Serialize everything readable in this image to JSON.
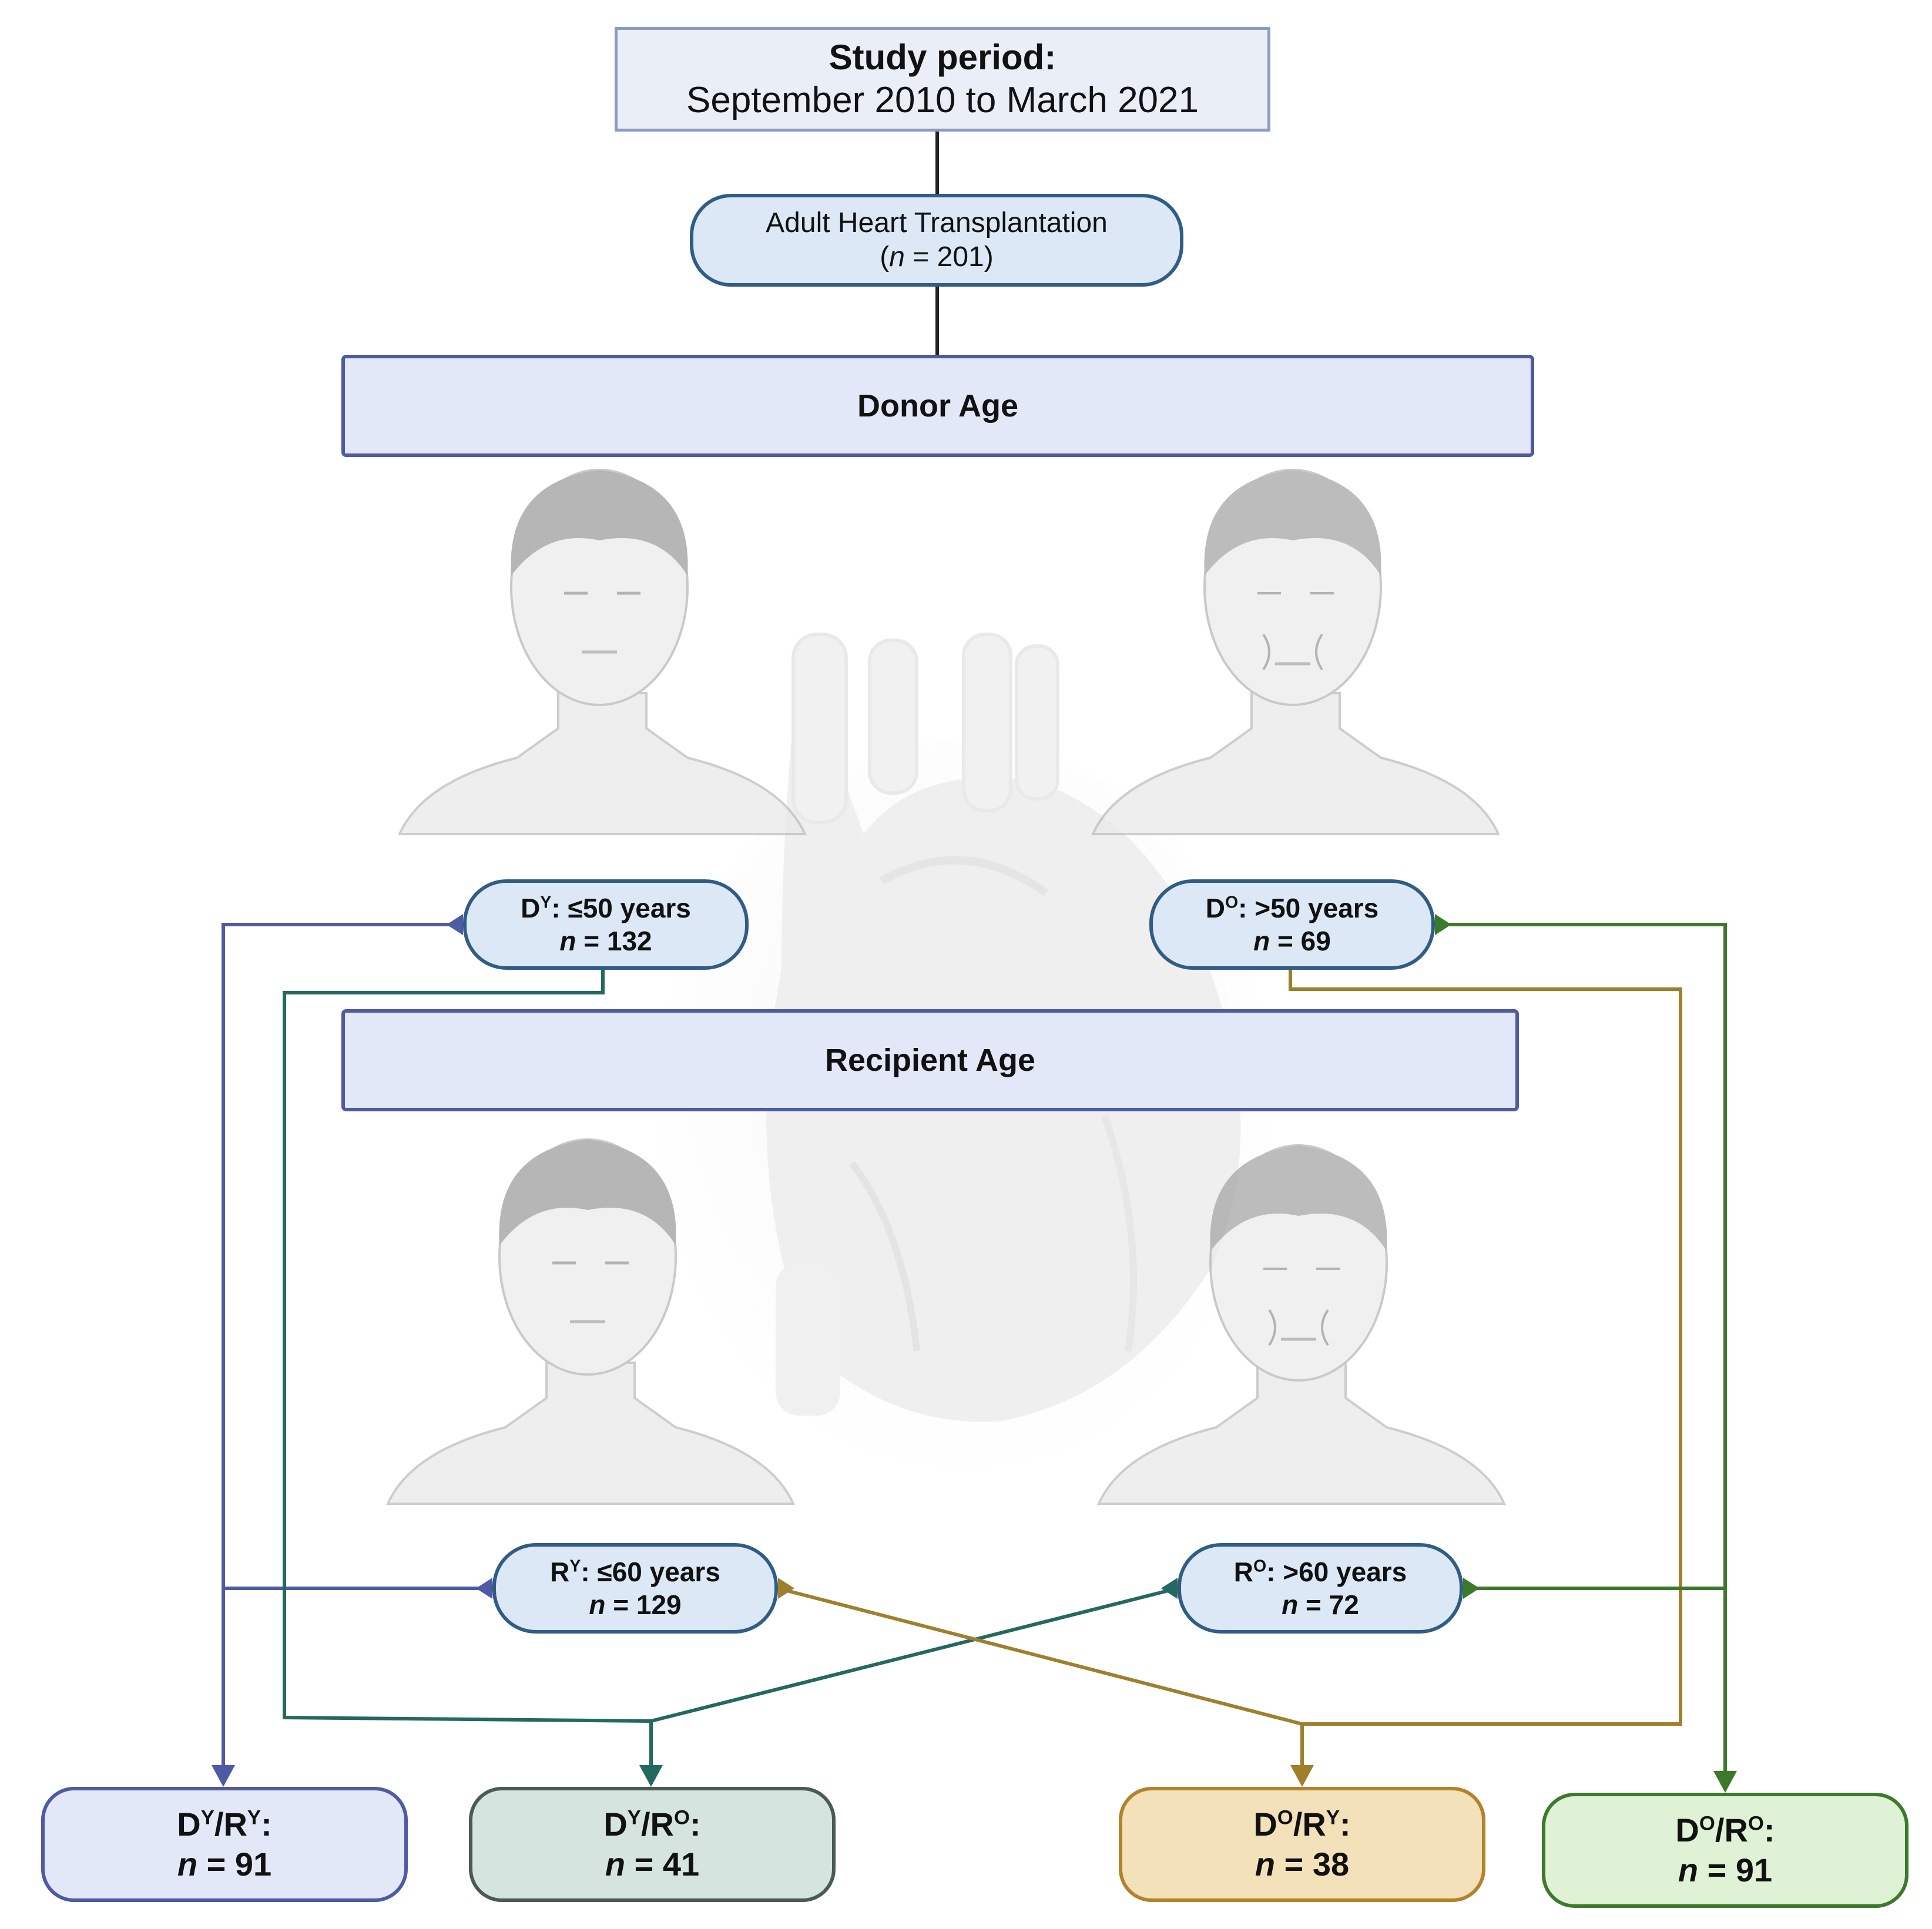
{
  "study_period": {
    "title": "Study period:",
    "dates": "September 2010 to March 2021"
  },
  "total": {
    "label": "Adult Heart Transplantation",
    "n_prefix": "(",
    "n_italic": "n",
    "n_suffix": " = 201)"
  },
  "donor_age": {
    "title": "Donor Age"
  },
  "recipient_age": {
    "title": "Recipient Age"
  },
  "donor_young": {
    "letter": "D",
    "sup": "Y",
    "criterion": ": ≤50 years",
    "n_italic": "n",
    "n_value": " = 132"
  },
  "donor_old": {
    "letter": "D",
    "sup": "O",
    "criterion": ": >50 years",
    "n_italic": "n",
    "n_value": " = 69"
  },
  "recipient_young": {
    "letter": "R",
    "sup": "Y",
    "criterion": ": ≤60 years",
    "n_italic": "n",
    "n_value": " = 129"
  },
  "recipient_old": {
    "letter": "R",
    "sup": "O",
    "criterion": ": >60 years",
    "n_italic": "n",
    "n_value": " = 72"
  },
  "outcomes": [
    {
      "d_letter": "D",
      "d_sup": "Y",
      "sep": "/",
      "r_letter": "R",
      "r_sup": "Y",
      "colon": ":",
      "n_italic": "n",
      "n_value": " = 91"
    },
    {
      "d_letter": "D",
      "d_sup": "Y",
      "sep": "/",
      "r_letter": "R",
      "r_sup": "O",
      "colon": ":",
      "n_italic": "n",
      "n_value": " = 41"
    },
    {
      "d_letter": "D",
      "d_sup": "O",
      "sep": "/",
      "r_letter": "R",
      "r_sup": "Y",
      "colon": ":",
      "n_italic": "n",
      "n_value": " = 38"
    },
    {
      "d_letter": "D",
      "d_sup": "O",
      "sep": "/",
      "r_letter": "R",
      "r_sup": "O",
      "colon": ":",
      "n_italic": "n",
      "n_value": " = 91"
    }
  ],
  "colors": {
    "blue_line": "#4e5aa3",
    "teal_line": "#23695f",
    "gold_line": "#a07f2c",
    "green_line": "#3b7a2a",
    "node_border": "#2f5d86",
    "node_fill": "#dce8f5"
  },
  "icons": [
    "young-person-icon",
    "old-person-icon",
    "heart-illustration-icon"
  ]
}
